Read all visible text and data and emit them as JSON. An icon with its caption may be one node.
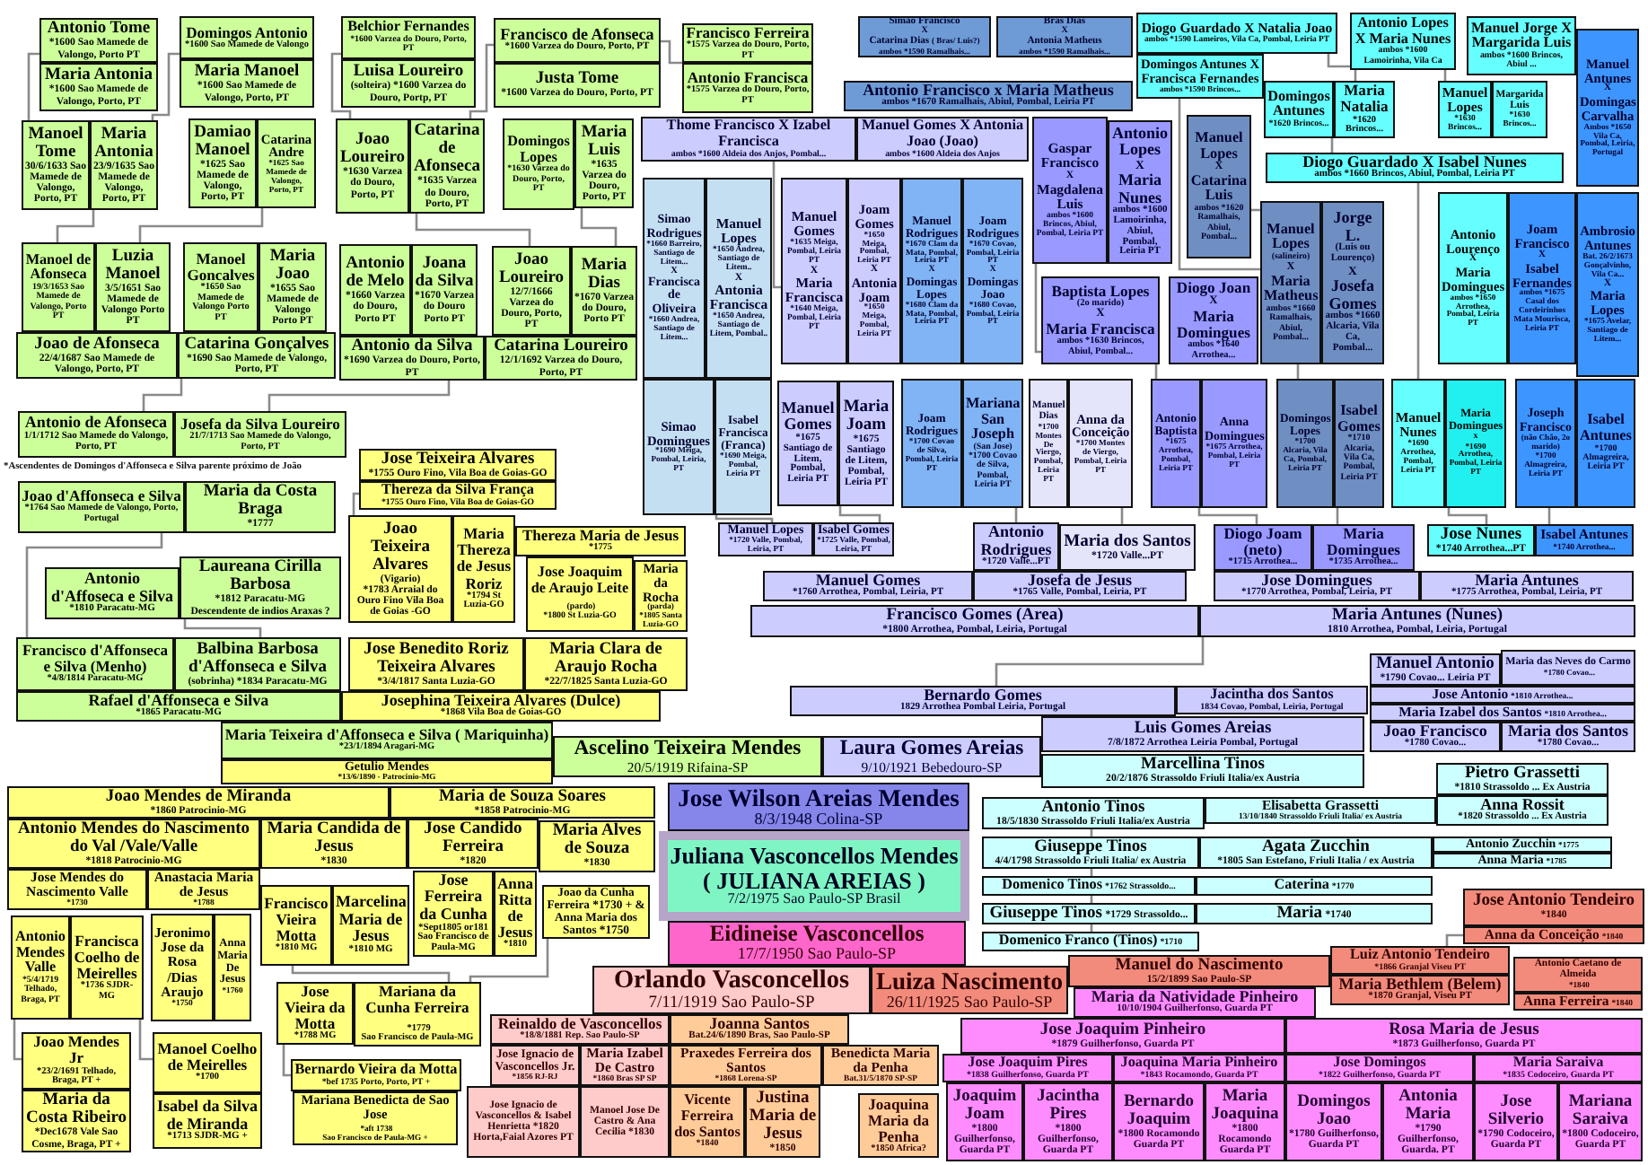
{
  "diagram": {
    "nodes": [
      {
        "text": [
          "Antonio Tome",
          "*1600 Sao Mamede de Valongo, Porto PT"
        ]
      },
      {
        "text": [
          "Maria Antonia",
          "*1600 Sao Mamede de Valongo, Porto, PT"
        ]
      },
      {
        "text": [
          "Domingos Antonio",
          "*1600 Sao Mamede de Valongo"
        ]
      },
      {
        "text": [
          "Maria Manoel",
          "*1600 Sao Mamede de Valongo, Porto, PT"
        ]
      },
      {
        "text": [
          "Belchior Fernandes",
          "*1600 Varzea do Douro, Porto, PT"
        ]
      },
      {
        "text": [
          "Luisa Loureiro",
          "(solteira) *1600 Varzea do Douro, Portp, PT"
        ]
      },
      {
        "text": [
          "Francisco de Afonseca",
          "*1600 Varzea do Douro, Porto, PT"
        ]
      },
      {
        "text": [
          "Justa Tome",
          "*1600 Varzea do Douro, Porto, PT"
        ]
      },
      {
        "text": [
          "Francisco Ferreira",
          "*1575 Varzea do Douro, Porto, PT"
        ]
      },
      {
        "text": [
          "Antonio Francisca",
          "*1575 Varzea do Douro, Porto, PT"
        ]
      },
      {
        "text": [
          "Simao Francisco",
          "X",
          "Catarina Dias",
          "( Bras/ Luis?)",
          "ambos *1590 Ramalhais..."
        ]
      },
      {
        "text": [
          "Bras Dias",
          "X",
          "Antonia Matheus",
          "ambos *1590 Ramalhais..."
        ]
      },
      {
        "text": [
          "Diogo Guardado X Natalia Joao",
          "ambos *1590 Lameiros, Vila Ca, Pombal, Leiria PT"
        ]
      },
      {
        "text": [
          "Antonio Lopes X Maria Nunes",
          "ambos *1600 Lamoirinha, Vila Ca"
        ]
      },
      {
        "text": [
          "Manuel Jorge X Margarida Luis",
          "ambos *1600 Brincos, Abiul ..."
        ]
      },
      {
        "text": [
          "Manuel Antunes",
          "X",
          "Domingas Carvalha",
          "Ambos *1650 Vila Ca, Pombal, Leiria, Portugal"
        ]
      },
      {
        "text": [
          "Antonio Francisco x Maria Matheus",
          "ambos *1670 Ramalhais, Abiul, Pombal, Leiria PT"
        ]
      },
      {
        "text": [
          "Domingos Antunes X Francisca Fernandes",
          "ambos *1590 Brincos..."
        ]
      },
      {
        "text": [
          "Domingos Antunes",
          "*1620 Brincos..."
        ]
      },
      {
        "text": [
          "Maria Natalia",
          "*1620 Brincos..."
        ]
      },
      {
        "text": [
          "Manuel Lopes",
          "*1630 Brincos..."
        ]
      },
      {
        "text": [
          "Margarida Luis",
          "*1630 Brincos..."
        ]
      },
      {
        "text": [
          "Manoel Tome",
          "30/6/1633 Sao Mamede de Valongo, Porto, PT"
        ]
      },
      {
        "text": [
          "Maria Antonia",
          "23/9/1635 Sao Mamede de Valongo, Porto, PT"
        ]
      },
      {
        "text": [
          "Damiao Manoel",
          "*1625 Sao Mamede de Valongo, Porto, PT"
        ]
      },
      {
        "text": [
          "Catarina Andre",
          "*1625 Sao Mamede de Valongo, Porto, PT"
        ]
      },
      {
        "text": [
          "Joao Loureiro",
          "*1630 Varzea do Douro, Porto, PT"
        ]
      },
      {
        "text": [
          "Catarina de Afonseca",
          "*1635 Varzea do Douro, Porto, PT"
        ]
      },
      {
        "text": [
          "Domingos Lopes",
          "*1630 Varzea do Douro, Porto, PT"
        ]
      },
      {
        "text": [
          "Maria Luis",
          "*1635 Varzea do Douro, Porto, PT"
        ]
      },
      {
        "text": [
          "Thome Francisco X Izabel Francisca",
          "ambos *1600 Aldeia dos Anjos, Pombal..."
        ]
      },
      {
        "text": [
          "Manuel Gomes X Antonia Joao (Joao)",
          "ambos *1600 Aldeia dos Anjos"
        ]
      },
      {
        "text": [
          "Gaspar Francisco",
          "X",
          "Magdalena Luis",
          "ambos *1600 Brincos, Abiul, Pombal, Leiria PT"
        ]
      },
      {
        "text": [
          "Antonio Lopes",
          "X",
          "Maria Nunes",
          "ambos *1600 Lamoirinha, Abiul, Pombal, Leiria PT"
        ]
      },
      {
        "text": [
          "Manuel Lopes",
          "X",
          "Catarina Luis",
          "ambos *1620 Ramalhais, Abiul, Pombal..."
        ]
      },
      {
        "text": [
          "Diogo Guardado X Isabel Nunes",
          "ambos *1660 Brincos, Abiul, Pombal, Leiria PT"
        ]
      },
      {
        "text": [
          "Simao Rodrigues",
          "*1660 Barreiro, Santiago de Litem...",
          "X",
          "Francisca de Oliveira",
          "*1660 Andrea, Santiago de Litem..."
        ]
      },
      {
        "text": [
          "Manuel Lopes",
          "*1650 Andrea, Santiago de Litem..",
          "X",
          "Antonia Francisca",
          "*1650 Andrea, Santiago de Litem, Pombal.."
        ]
      },
      {
        "text": [
          "Manuel Gomes",
          "*1635 Meiga, Pombal, Leiria PT",
          "X",
          "Maria Francisca",
          "*1640 Meiga, Pombal, Leiria PT"
        ]
      },
      {
        "text": [
          "Joam Gomes",
          "*1650 Meiga, Pombal, Leiria PT",
          "X",
          "Antonia Joam",
          "*1650 Meiga, Pombal, Leiria PT"
        ]
      },
      {
        "text": [
          "Manuel Rodrigues",
          "*1670 Clam da Mata, Pombal, Leiria PT",
          "X",
          "Domingas Lopes",
          "*1680 Clam da Mata, Pombal, Leiria PT"
        ]
      },
      {
        "text": [
          "Joam Rodrigues",
          "*1670 Covao, Pombal, Leiria PT",
          "X",
          "Domingas Joao",
          "*1680 Covao, Pombal, Leiria PT"
        ]
      },
      {
        "text": [
          "Manuel Lopes",
          "(salineiro)",
          "X",
          "Maria Matheus",
          "ambos *1660 Ramalhais, Abiul, Pombal..."
        ]
      },
      {
        "text": [
          "Jorge L.",
          "(Luis ou Lourenço)",
          "X",
          "Josefa Gomes",
          "ambos *1660 Alcaria, Vila Ca, Pombal..."
        ]
      },
      {
        "text": [
          "Antonio Lourenço",
          "X",
          "Maria Domingues",
          "ambos *1650 Arrothea, Pombal, Leiria PT"
        ]
      },
      {
        "text": [
          "Joam Francisco",
          "X",
          "Isabel Fernandes",
          "ambos *1675 Casal dos Cordeirinhos Mata Mourisca, Leiria PT"
        ]
      },
      {
        "text": [
          "Ambrosio Antunes",
          "Bat. 26/2/1673 Gonçalvinho, Vila Ca...",
          "X",
          "Maria Lopes",
          "*1675 Avelar, Santiago de Litem..."
        ]
      },
      {
        "text": [
          "Manoel de Afonseca",
          "19/3/1653 Sao Mamede de Valongo, Porto PT"
        ]
      },
      {
        "text": [
          "Luzia Manoel",
          "3/5/1651 Sao Mamede de Valongo Porto PT"
        ]
      },
      {
        "text": [
          "Manoel Goncalves",
          "*1650 Sao Mamede de Valongo Porto PT"
        ]
      },
      {
        "text": [
          "Maria Joao",
          "*1655 Sao Mamede de Valongo Porto PT"
        ]
      },
      {
        "text": [
          "Antonio de Melo",
          "*1660 Varzea do Douro, Porto PT"
        ]
      },
      {
        "text": [
          "Joana da Silva",
          "*1670 Varzea do Douro Porto PT"
        ]
      },
      {
        "text": [
          "Joao Loureiro",
          "12/7/1666 Varzea do Douro, Porto, PT"
        ]
      },
      {
        "text": [
          "Maria Dias",
          "*1670 Varzea do Douro, Porto PT"
        ]
      },
      {
        "text": [
          "Baptista Lopes",
          "(2o marido)",
          "X",
          "Maria Francisca",
          "ambos *1630 Brincos, Abiul, Pombal..."
        ]
      },
      {
        "text": [
          "Diogo Joan",
          "X",
          "Maria Domingues",
          "ambos *1640 Arrothea..."
        ]
      },
      {
        "text": [
          "Joao de Afonseca",
          "22/4/1687 Sao Mamede de Valongo, Porto, PT"
        ]
      },
      {
        "text": [
          "Catarina Gonçalves",
          "*1690 Sao Mamede de Valongo, Porto, PT"
        ]
      },
      {
        "text": [
          "Antonio da Silva",
          "*1690 Varzea do Douro, Porto, PT"
        ]
      },
      {
        "text": [
          "Catarina Loureiro",
          "12/1/1692 Varzea do Douro, Porto, PT"
        ]
      },
      {
        "text": [
          "Simao Domingues",
          "*1690 Meiga, Pombal, Leiria, PT"
        ]
      },
      {
        "text": [
          "Isabel Francisca (Franca)",
          "*1690 Meiga, Pombal, Leiria PT"
        ]
      },
      {
        "text": [
          "Manuel Gomes",
          "*1675 Santiago de Litem, Pombal, Leiria PT"
        ]
      },
      {
        "text": [
          "Maria Joam",
          "*1675 Santiago de Litem, Pombal, Leiria PT"
        ]
      },
      {
        "text": [
          "Joam Rodrigues",
          "*1700 Covao de Silva, Pombal, Leiria PT"
        ]
      },
      {
        "text": [
          "Mariana San Joseph",
          "(San Jose)",
          "*1700 Covao de Silva, Pombal, Leiria PT"
        ]
      },
      {
        "text": [
          "Manuel Dias",
          "*1700 Montes De Viergo, Pombal, Leiria PT"
        ]
      },
      {
        "text": [
          "Anna da Conceição",
          "*1700 Montes de Viergo, Pombal, Leiria PT"
        ]
      },
      {
        "text": [
          "Antonio Baptista",
          "*1675 Arrothea, Pombal, Leiria PT"
        ]
      },
      {
        "text": [
          "Anna Domingues",
          "*1675 Arrothea, Pombal, Leiria PT"
        ]
      },
      {
        "text": [
          "Domingos Lopes",
          "*1700 Alcaria, Vila Ca, Pombal, Leiria PT"
        ]
      },
      {
        "text": [
          "Isabel Gomes",
          "*1710 Alcaria, Vila Ca, Pombal, Leiria PT"
        ]
      },
      {
        "text": [
          "Manuel Nunes",
          "*1690 Arrothea, Pombal, Leiria PT"
        ]
      },
      {
        "text": [
          "Maria Domingues",
          "x",
          "*1690 Arrothea, Pombal, Leiria PT"
        ]
      },
      {
        "text": [
          "Joseph Francisco",
          "(não Chão, 2o marido)",
          "*1700 Almagreira, Leiria PT"
        ]
      },
      {
        "text": [
          "Isabel Antunes",
          "*1700 Almagreira, Leiria PT"
        ]
      },
      {
        "text": [
          "Antonio de Afonseca",
          "1/1/1712 Sao Mamede do Valongo, Porto, PT"
        ]
      },
      {
        "text": [
          "Josefa da Silva Loureiro",
          "21/7/1713 Sao Mamede do Valongo, Porto, PT"
        ]
      },
      {
        "text": [
          "Jose Teixeira Alvares",
          "*1755 Ouro Fino, Vila Boa de Goias-GO"
        ]
      },
      {
        "text": [
          "Thereza da Silva França",
          "*1755 Ouro Fino, Vila Boa de Goias-GO"
        ]
      },
      {
        "text": [
          "Manuel Lopes",
          "*1720 Valle, Pombal, Leiria, PT"
        ]
      },
      {
        "text": [
          "Isabel Gomes",
          "*1725 Valle, Pombal, Leiria, PT"
        ]
      },
      {
        "text": [
          "Antonio Rodrigues",
          "*1720 Valle...PT"
        ]
      },
      {
        "text": [
          "Maria dos Santos",
          "*1720 Valle...PT"
        ]
      },
      {
        "text": [
          "Diogo Joam (neto)",
          "*1715 Arrothea..."
        ]
      },
      {
        "text": [
          "Maria Domingues",
          "*1735 Arrothea..."
        ]
      },
      {
        "text": [
          "Jose Nunes",
          "*1740 Arrothea...PT"
        ]
      },
      {
        "text": [
          "Isabel Antunes",
          "*1740 Arrothea..."
        ]
      },
      {
        "text": [
          "Joao d'Affonseca e Silva",
          "*1764 Sao Mamede de Valongo, Porto, Portugal"
        ]
      },
      {
        "text": [
          "Maria da Costa Braga",
          "*1777"
        ]
      },
      {
        "text": [
          "Joao Teixeira Alvares",
          "(Vigario)",
          "*1783 Arraial do Ouro Fino Vila Boa de Goias -GO"
        ]
      },
      {
        "text": [
          "Maria Thereza de Jesus Roriz",
          "*1794 St Luzia-GO"
        ]
      },
      {
        "text": [
          "Thereza Maria de Jesus",
          "*1775"
        ]
      },
      {
        "text": [
          "Jose Joaquim de Araujo Leite",
          "(pardo)",
          "*1800 St Luzia-GO"
        ]
      },
      {
        "text": [
          "Maria da Rocha",
          "(parda)",
          "*1805 Santa Luzia-GO"
        ]
      },
      {
        "text": [
          "Antonio d'Affoseca e Silva",
          "*1810 Paracatu-MG"
        ]
      },
      {
        "text": [
          "Laureana Cirilla Barbosa",
          "*1812 Paracatu-MG",
          "Descendente de indios Araxas ?"
        ]
      },
      {
        "text": [
          "Manuel Gomes",
          "*1760 Arrothea, Pombal, Leiria, PT"
        ]
      },
      {
        "text": [
          "Josefa de Jesus",
          "*1765 Valle, Pombal, Leiria, PT"
        ]
      },
      {
        "text": [
          "Jose Domingues",
          "*1770 Arrothea, Pombal, Leiria, PT"
        ]
      },
      {
        "text": [
          "Maria Antunes",
          "*1775 Arrothea, Pombal, Leiria, PT"
        ]
      },
      {
        "text": [
          "Francisco Gomes (Area)",
          "*1800 Arrothea, Pombal, Leiria, Portugal"
        ]
      },
      {
        "text": [
          "Maria Antunes (Nunes)",
          "1810 Arrothea, Pombal, Leiria, Portugal"
        ]
      },
      {
        "text": [
          "Francisco d'Affonseca e Silva (Menho)",
          "*4/8/1814 Paracatu-MG"
        ]
      },
      {
        "text": [
          "Balbina Barbosa d'Affonseca e Silva",
          "(sobrinha) *1834 Paracatu-MG"
        ]
      },
      {
        "text": [
          "Jose Benedito Roriz Teixeira Alvares",
          "*3/4/1817 Santa Luzia-GO"
        ]
      },
      {
        "text": [
          "Maria Clara de Araujo Rocha",
          "*22/7/1825 Santa Luzia-GO"
        ]
      },
      {
        "text": [
          "Manuel Antonio",
          "*1790 Covao... Leiria PT"
        ]
      },
      {
        "text": [
          "Maria das Neves do Carmo",
          "*1780 Covao..."
        ]
      },
      {
        "text": [
          "Rafael d'Affonseca e Silva",
          "*1865 Paracatu-MG"
        ]
      },
      {
        "text": [
          "Josephina Teixeira Alvares (Dulce)",
          "*1868 Vila Boa de Goias-GO"
        ]
      },
      {
        "text": [
          "Bernardo Gomes",
          "1829 Arrothea Pombal Leiria, Portugal"
        ]
      },
      {
        "text": [
          "Jacintha dos Santos",
          "1834 Covao, Pombal, Leiria, Portugal"
        ]
      },
      {
        "text": [
          "Jose Antonio",
          "*1810 Arrothea..."
        ]
      },
      {
        "text": [
          "Maria Izabel dos Santos",
          "*1810 Arrothea..."
        ]
      },
      {
        "text": [
          "Luis Gomes Areias",
          "7/8/1872 Arrothea Leiria Pombal, Portugal"
        ]
      },
      {
        "text": [
          "Joao Francisco",
          "*1780 Covao..."
        ]
      },
      {
        "text": [
          "Maria dos Santos",
          "*1780 Covao..."
        ]
      },
      {
        "text": [
          "Maria Teixeira d'Affonseca e Silva ( Mariquinha)",
          "*23/1/1894 Aragari-MG"
        ]
      },
      {
        "text": [
          "Ascelino Teixeira Mendes",
          "20/5/1919 Rifaina-SP"
        ]
      },
      {
        "text": [
          "Laura Gomes Areias",
          "9/10/1921 Bebedouro-SP"
        ]
      },
      {
        "text": [
          "Marcellina Tinos",
          "20/2/1876 Strassoldo Friuli Italia/ex Austria"
        ]
      },
      {
        "text": [
          "Pietro Grassetti",
          "*1810 Strassoldo ... Ex Austria"
        ]
      },
      {
        "text": [
          "Getulio Mendes",
          "*13/6/1890 - Patrocinio-MG"
        ]
      },
      {
        "text": [
          "Joao Mendes de Miranda",
          "*1860 Patrocinio-MG"
        ]
      },
      {
        "text": [
          "Maria de Souza Soares",
          "*1858 Patrocinio-MG"
        ]
      },
      {
        "text": [
          "Jose Wilson Areias Mendes",
          "8/3/1948 Colina-SP"
        ]
      },
      {
        "text": [
          "Antonio Tinos",
          "18/5/1830 Strassoldo Friuli Italia/ex Austria"
        ]
      },
      {
        "text": [
          "Elisabetta Grassetti",
          "13/10/1840 Strassoldo Friuli Italia/ ex Austria"
        ]
      },
      {
        "text": [
          "Anna Rossit",
          "*1820 Strassoldo ... Ex Austria"
        ]
      },
      {
        "text": [
          "Antonio Mendes do Nascimento do Val /Vale/Valle",
          "*1818 Patrocinio-MG"
        ]
      },
      {
        "text": [
          "Maria Candida de Jesus",
          "*1830"
        ]
      },
      {
        "text": [
          "Jose Candido Ferreira",
          "*1820"
        ]
      },
      {
        "text": [
          "Maria Alves de Souza",
          "*1830"
        ]
      },
      {
        "text": [
          "Juliana Vasconcellos Mendes",
          "( JULIANA AREIAS )",
          "7/2/1975 Sao Paulo-SP Brasil"
        ]
      },
      {
        "text": [
          "Giuseppe Tinos",
          "4/4/1798 Strassoldo Friuli Italia/ ex Austria"
        ]
      },
      {
        "text": [
          "Agata Zucchin",
          "*1805 San Estefano, Friuli Italia / ex Austria"
        ]
      },
      {
        "text": [
          "Antonio Zucchin",
          "*1775"
        ]
      },
      {
        "text": [
          "Anna Maria",
          "*1785"
        ]
      },
      {
        "text": [
          "Jose Mendes do Nascimento Valle",
          "*1730"
        ]
      },
      {
        "text": [
          "Anastacia Maria de Jesus",
          "*1788"
        ]
      },
      {
        "text": [
          "Jose Ferreira da Cunha",
          "*Sept1805 or181",
          "Sao Francisco de Paula-MG"
        ]
      },
      {
        "text": [
          "Anna Ritta de Jesus",
          "*1810"
        ]
      },
      {
        "text": [
          "Domenico Tinos",
          "*1762 Strassoldo..."
        ]
      },
      {
        "text": [
          "Caterina",
          "*1770"
        ]
      },
      {
        "text": [
          "Francisco Vieira Motta",
          "*1810 MG"
        ]
      },
      {
        "text": [
          "Marcelina Maria de Jesus",
          "*1810 MG"
        ]
      },
      {
        "text": [
          "Joao da Cunha Ferreira *1730 + & Anna Maria dos Santos *1750"
        ]
      },
      {
        "text": [
          "Jose Antonio Tendeiro",
          "*1840"
        ]
      },
      {
        "text": [
          "Giuseppe Tinos",
          "*1729 Strassoldo..."
        ]
      },
      {
        "text": [
          "Maria",
          "*1740"
        ]
      },
      {
        "text": [
          "Antonio Mendes Valle",
          "*5/4/1719 Telhado, Braga, PT"
        ]
      },
      {
        "text": [
          "Francisca Coelho de Meirelles",
          "*1736 SJDR-MG"
        ]
      },
      {
        "text": [
          "Jeronimo Jose da Rosa /Dias Araujo",
          "*1750"
        ]
      },
      {
        "text": [
          "Anna Maria De Jesus",
          "*1760"
        ]
      },
      {
        "text": [
          "Eidineise Vasconcellos",
          "17/7/1950 Sao Paulo-SP"
        ]
      },
      {
        "text": [
          "Anna da Conceição",
          "*1840"
        ]
      },
      {
        "text": [
          "Domenico Franco (Tinos)",
          "*1710"
        ]
      },
      {
        "text": [
          "Luiz Antonio Tendeiro",
          "*1866 Granjal Viseu PT"
        ]
      },
      {
        "text": [
          "Manuel do Nascimento",
          "15/2/1899 Sao Paulo-SP"
        ]
      },
      {
        "text": [
          "Antonio Caetano de Almeida",
          "*1840"
        ]
      },
      {
        "text": [
          "Orlando Vasconcellos",
          "7/11/1919 Sao Paulo-SP"
        ]
      },
      {
        "text": [
          "Luiza Nascimento",
          "26/11/1925 Sao Paulo-SP"
        ]
      },
      {
        "text": [
          "Maria Bethlem (Belem)",
          "*1870 Granjal, Viseu PT"
        ]
      },
      {
        "text": [
          "Jose Vieira da Motta",
          "*1788 MG"
        ]
      },
      {
        "text": [
          "Mariana da Cunha Ferreira",
          "*1779",
          "Sao Francisco de Paula-MG"
        ]
      },
      {
        "text": [
          "Maria da Natividade Pinheiro",
          "10/10/1904 Guilherfonso, Guarda PT"
        ]
      },
      {
        "text": [
          "Anna Ferreira",
          "*1840"
        ]
      },
      {
        "text": [
          "Reinaldo de Vasconcellos",
          "*18/8/1881 Rep. Sao Paulo-SP"
        ]
      },
      {
        "text": [
          "Joanna Santos",
          "Bat.24/6/1890 Bras, Sao Paulo-SP"
        ]
      },
      {
        "text": [
          "Jose Joaquim Pinheiro",
          "*1879 Guilherfonso, Guarda PT"
        ]
      },
      {
        "text": [
          "Rosa Maria de Jesus",
          "*1873 Guilherfonso, Guarda PT"
        ]
      },
      {
        "text": [
          "Joao Mendes Jr",
          "*23/2/1691 Telhado, Braga, PT +"
        ]
      },
      {
        "text": [
          "Manoel Coelho de Meirelles",
          "*1700"
        ]
      },
      {
        "text": [
          "Jose Ignacio de Vasconcellos Jr.",
          "*1856 RJ-RJ"
        ]
      },
      {
        "text": [
          "Maria Izabel De Castro",
          "*1860 Bras SP SP"
        ]
      },
      {
        "text": [
          "Praxedes Ferreira dos Santos",
          "*1868 Lorena-SP"
        ]
      },
      {
        "text": [
          "Benedicta Maria da Penha",
          "Bat.31/5/1870 SP-SP"
        ]
      },
      {
        "text": [
          "Jose Joaquim Pires",
          "*1838 Guilherfonso, Guarda PT"
        ]
      },
      {
        "text": [
          "Joaquina Maria Pinheiro",
          "*1843 Rocamondo, Guarda PT"
        ]
      },
      {
        "text": [
          "Jose Domingos",
          "*1822 Guilherfonso, Guarda PT"
        ]
      },
      {
        "text": [
          "Maria Saraiva",
          "*1835 Codoceiro, Guarda PT"
        ]
      },
      {
        "text": [
          "Bernardo Vieira da Motta",
          "*bef 1735 Porto, Porto, PT +"
        ]
      },
      {
        "text": [
          "Maria da Costa Ribeiro",
          "*Dec1678 Vale Sao Cosme, Braga, PT +"
        ]
      },
      {
        "text": [
          "Isabel da Silva de Miranda",
          "*1713 SJDR-MG +"
        ]
      },
      {
        "text": [
          "Mariana Benedicta de Sao Jose",
          "*aft 1738",
          "Sao Francisco de Paula-MG +"
        ]
      },
      {
        "text": [
          "Jose Ignacio de Vasconcellos & Isabel Henrietta *1820 Horta,Faial Azores PT"
        ]
      },
      {
        "text": [
          "Manoel Jose De Castro & Ana Cecilia *1830"
        ]
      },
      {
        "text": [
          "Vicente Ferreira dos Santos",
          "*1840"
        ]
      },
      {
        "text": [
          "Justina Maria de Jesus",
          "*1850"
        ]
      },
      {
        "text": [
          "Joaquina Maria da Penha",
          "*1850 Africa?"
        ]
      },
      {
        "text": [
          "Joaquim Joam",
          "*1800 Guilherfonso, Guarda PT"
        ]
      },
      {
        "text": [
          "Jacintha Pires",
          "*1800 Guilherfonso, Guarda PT"
        ]
      },
      {
        "text": [
          "Bernardo Joaquim",
          "*1800 Rocamondo Guarda PT"
        ]
      },
      {
        "text": [
          "Maria Joaquina",
          "*1800 Rocamondo Guarda PT"
        ]
      },
      {
        "text": [
          "Domingos Joao",
          "*1780 Guilherfonso, Guarda PT"
        ]
      },
      {
        "text": [
          "Antonia Maria",
          "*1790 Guilherfonso, Guarda. PT"
        ]
      },
      {
        "text": [
          "Jose Silverio",
          "*1790 Codoceiro, Guarda PT"
        ]
      },
      {
        "text": [
          "Mariana Saraiva",
          "*1800 Codoceiro, Guarda PT"
        ]
      }
    ],
    "edges": [
      {
        "from": 0,
        "to": 22,
        "arrow": "none"
      },
      {
        "from": 2,
        "to": 23,
        "arrow": "none"
      },
      {
        "from": 4,
        "to": 26,
        "arrow": "none"
      },
      {
        "from": 6,
        "to": 27,
        "arrow": "none"
      },
      {
        "from": 8,
        "to": 6,
        "arrow": "none"
      },
      {
        "from": 23,
        "to": 47,
        "arrow": "none"
      },
      {
        "from": 25,
        "to": 48,
        "arrow": "none"
      },
      {
        "from": 27,
        "to": 53,
        "arrow": "none"
      },
      {
        "from": 29,
        "to": 54,
        "arrow": "none"
      },
      {
        "from": 58,
        "to": 77,
        "arrow": "none"
      },
      {
        "from": 59,
        "to": 78,
        "arrow": "none"
      },
      {
        "from": 89,
        "to": 104,
        "arrow": "none"
      },
      {
        "from": 97,
        "to": 105,
        "arrow": "none"
      },
      {
        "from": 80,
        "to": 91,
        "arrow": "none"
      },
      {
        "from": 148,
        "to": 166,
        "arrow": "none"
      },
      {
        "from": 166,
        "to": 146,
        "arrow": "none"
      },
      {
        "from": 183,
        "to": 165,
        "arrow": "none"
      },
      {
        "from": 173,
        "to": 152,
        "arrow": "none"
      },
      {
        "from": 174,
        "to": 153,
        "arrow": "none"
      },
      {
        "from": 30,
        "to": 38,
        "arrow": "none"
      },
      {
        "from": 62,
        "to": 81,
        "arrow": "none"
      },
      {
        "from": 64,
        "to": 82,
        "arrow": "none"
      },
      {
        "from": 66,
        "to": 83,
        "arrow": "none"
      },
      {
        "from": 68,
        "to": 84,
        "arrow": "none"
      },
      {
        "from": 69,
        "to": 85,
        "arrow": "none"
      },
      {
        "from": 72,
        "to": 86,
        "arrow": "none"
      },
      {
        "from": 74,
        "to": 87,
        "arrow": "none"
      },
      {
        "from": 35,
        "to": 73,
        "arrow": "none"
      },
      {
        "from": 17,
        "to": 42,
        "arrow": "none"
      },
      {
        "from": 34,
        "to": 42,
        "arrow": "none"
      },
      {
        "from": 32,
        "to": 55,
        "arrow": "none"
      },
      {
        "from": 55,
        "to": 69,
        "arrow": "none"
      },
      {
        "from": 42,
        "to": 71,
        "arrow": "none"
      },
      {
        "from": 12,
        "to": 19,
        "arrow": "none"
      },
      {
        "from": 18,
        "to": 35,
        "arrow": "none"
      },
      {
        "from": 13,
        "to": 20,
        "arrow": "none"
      },
      {
        "from": 103,
        "to": 112,
        "arrow": "none"
      },
      {
        "from": 150,
        "to": 144,
        "arrow": "none"
      },
      {
        "from": 144,
        "to": 136,
        "arrow": "none"
      },
      {
        "from": 136,
        "to": 128,
        "arrow": "none"
      },
      {
        "from": 158,
        "to": 150,
        "arrow": "none"
      },
      {
        "from": 157,
        "to": 159,
        "arrow": "none"
      },
      {
        "from": 75,
        "to": 88,
        "arrow": "none"
      }
    ],
    "labels": [
      "*Ascendentes de Domingos d'Affonseca e Silva parente próximo de João"
    ]
  }
}
